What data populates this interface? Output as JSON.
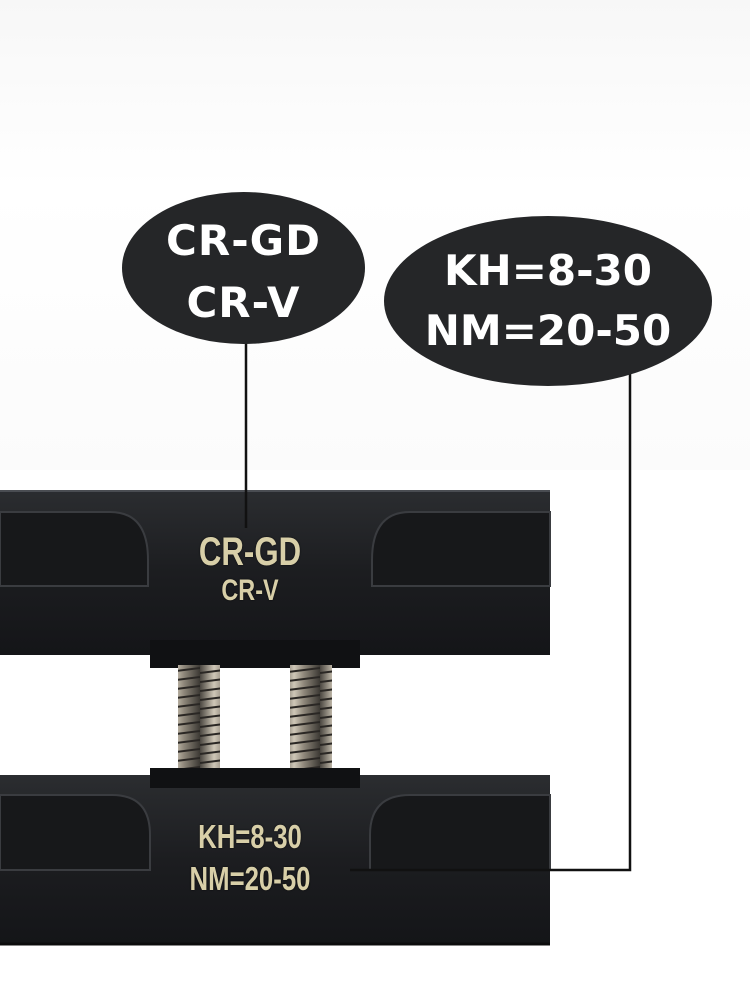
{
  "callout_left": {
    "line1": "CR-GD",
    "line2": "CR-V"
  },
  "callout_right": {
    "line1": "KH=8-30",
    "line2": "NM=20-50"
  },
  "engraving_upper": {
    "line1": "CR-GD",
    "line2": "CR-V"
  },
  "engraving_lower": {
    "line1": "KH=8-30",
    "line2": "NM=20-50"
  },
  "colors": {
    "tool_body": "#1e2022",
    "callout_fill": "#252628",
    "engraving": "#d8cfa8"
  }
}
